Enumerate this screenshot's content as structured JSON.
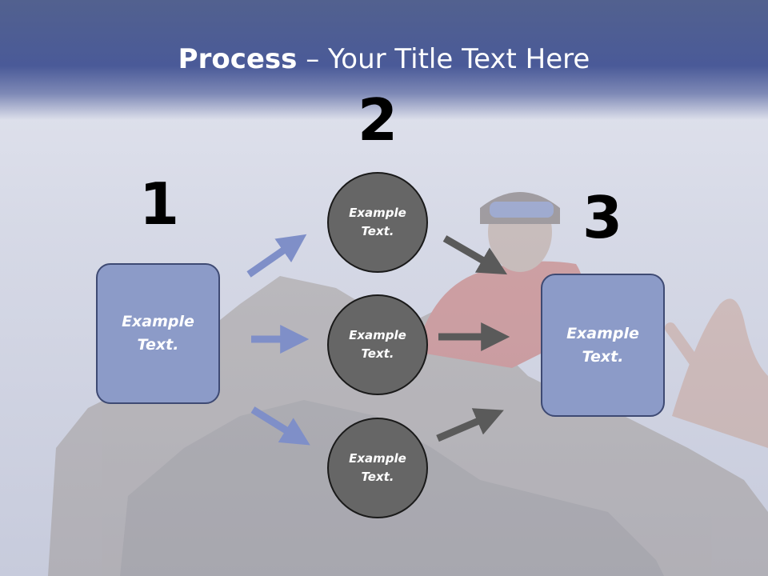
{
  "title": {
    "bold": "Process",
    "separator": " – ",
    "rest": "Your Title Text Here"
  },
  "steps": {
    "one": {
      "number": "1",
      "box_text": "Example Text."
    },
    "two": {
      "number": "2",
      "circles": [
        {
          "text": "Example Text."
        },
        {
          "text": "Example Text."
        },
        {
          "text": "Example Text."
        }
      ]
    },
    "three": {
      "number": "3",
      "box_text": "Example Text."
    }
  },
  "colors": {
    "header": "#4a5a98",
    "box_fill": "#8c9bc8",
    "circle_fill": "#666666",
    "blue_arrow": "#7f8fc8",
    "gray_arrow": "#5a5a5a"
  }
}
